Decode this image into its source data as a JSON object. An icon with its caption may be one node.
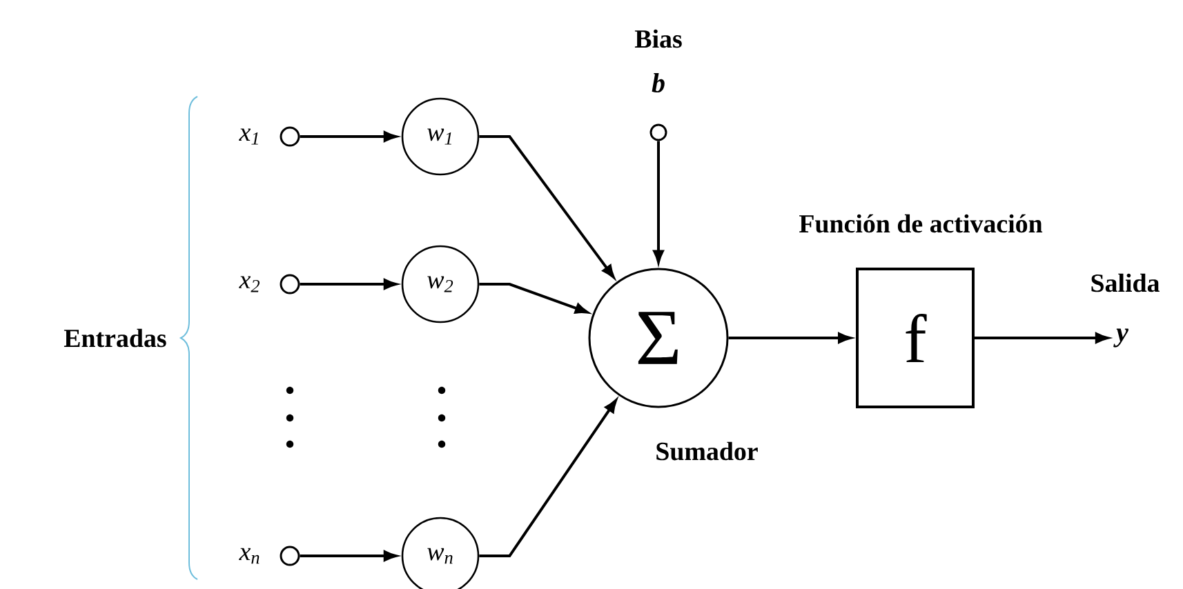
{
  "diagram": {
    "nodes": [
      {
        "text": [],
        "shape": "circle",
        "beside": [
          "x$_{1}$"
        ]
      },
      {
        "text": [],
        "shape": "circle",
        "beside": [
          "x$_{2}$"
        ]
      },
      {
        "text": [],
        "shape": "circle",
        "beside": [
          "x$_{n}$"
        ]
      },
      {
        "text": [
          "w$_{1}$"
        ]
      },
      {
        "text": [
          "w$_{2}$"
        ]
      },
      {
        "text": [
          "w$_{n}$"
        ]
      },
      {
        "text": [
          "Σ"
        ],
        "beside": [
          "Sumador"
        ]
      },
      {
        "text": [],
        "shape": "circle",
        "beside": [
          "Bias",
          "b"
        ]
      },
      {
        "text": [
          "f"
        ],
        "beside": [
          "Función de activación"
        ]
      },
      {
        "text": [
          "y"
        ],
        "beside": [
          "Salida"
        ]
      }
    ],
    "edges": [
      {
        "from": 0,
        "to": 3,
        "arrow": "to"
      },
      {
        "from": 1,
        "to": 4,
        "arrow": "to"
      },
      {
        "from": 2,
        "to": 5,
        "arrow": "to"
      },
      {
        "from": 3,
        "to": 6,
        "arrow": "to"
      },
      {
        "from": 4,
        "to": 6,
        "arrow": "to"
      },
      {
        "from": 5,
        "to": 6,
        "arrow": "to"
      },
      {
        "from": 7,
        "to": 6,
        "arrow": "to"
      },
      {
        "from": 6,
        "to": 8,
        "arrow": "to"
      },
      {
        "from": 8,
        "to": 9,
        "arrow": "to"
      }
    ],
    "labels": [
      "Entradas"
    ]
  }
}
